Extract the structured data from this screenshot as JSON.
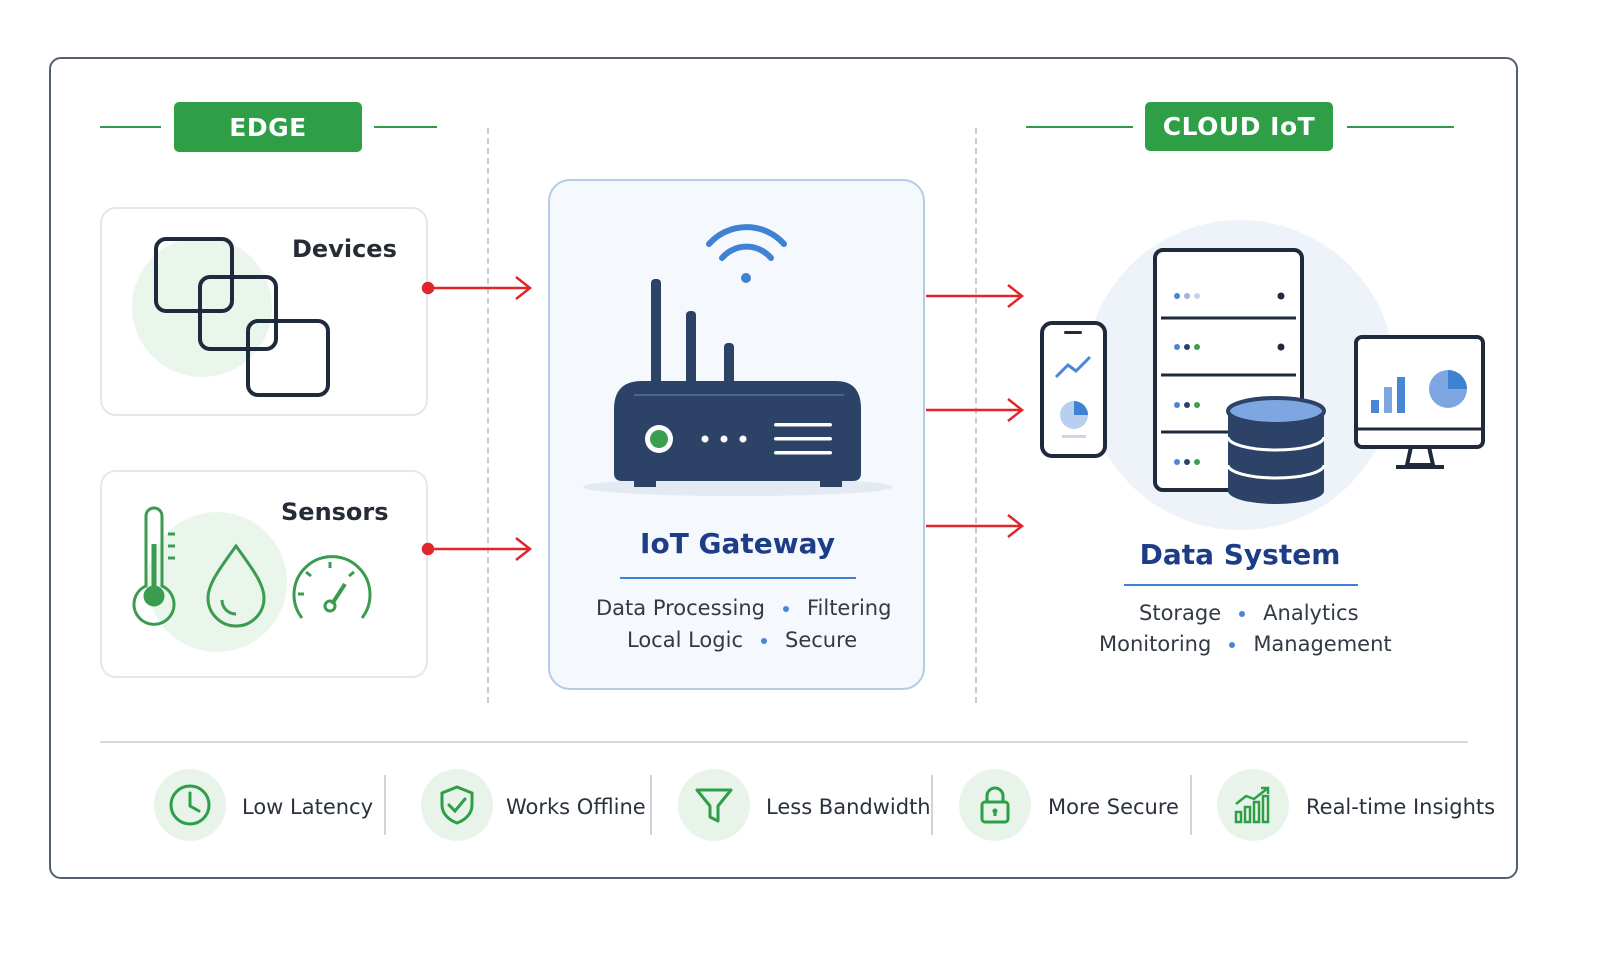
{
  "edge": {
    "label": "EDGE"
  },
  "cloud": {
    "label": "CLOUD IoT"
  },
  "devices": {
    "title": "Devices"
  },
  "sensors": {
    "title": "Sensors"
  },
  "gateway": {
    "title": "IoT Gateway",
    "features": [
      "Data Processing",
      "Filtering",
      "Local Logic",
      "Secure"
    ]
  },
  "data_system": {
    "title": "Data System",
    "features": [
      "Storage",
      "Analytics",
      "Monitoring",
      "Management"
    ]
  },
  "benefits": [
    {
      "label": "Low Latency",
      "icon": "clock-icon"
    },
    {
      "label": "Works Offline",
      "icon": "shield-check-icon"
    },
    {
      "label": "Less Bandwidth",
      "icon": "funnel-icon"
    },
    {
      "label": "More Secure",
      "icon": "lock-icon"
    },
    {
      "label": "Real-time Insights",
      "icon": "growth-chart-icon"
    }
  ],
  "colors": {
    "edge_green": "#2e9e47",
    "navy": "#2c4266",
    "accent_blue": "#3f82d3",
    "arrow_red": "#e0262b"
  }
}
